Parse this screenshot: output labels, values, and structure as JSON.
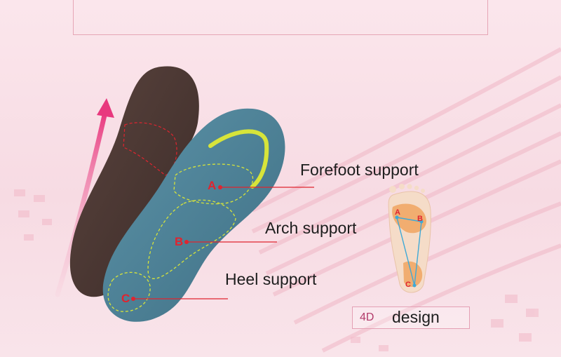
{
  "labels": {
    "forefoot": "Forefoot support",
    "arch": "Arch support",
    "heel": "Heel support"
  },
  "markers": {
    "a": "A",
    "b": "B",
    "c": "C"
  },
  "design": {
    "prefix": "4D",
    "word": "design"
  },
  "colors": {
    "background": "#f8dee6",
    "insole_blue": "#4b7f95",
    "insole_brown": "#4a3632",
    "accent_yellow": "#d7e43a",
    "marker_red": "#e0242f",
    "arrow_pink": "#e8387e"
  },
  "icons": {
    "arrow": "curved-up-arrow-icon",
    "foot": "foot-diagram-icon"
  }
}
